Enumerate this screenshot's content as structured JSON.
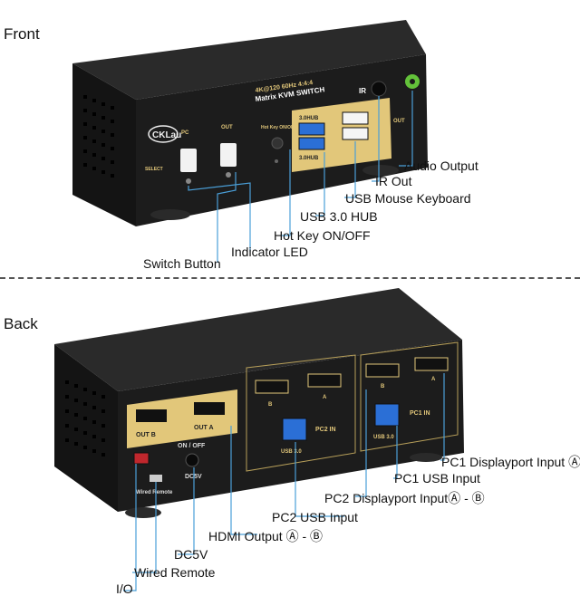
{
  "sections": {
    "front": "Front",
    "back": "Back"
  },
  "front_labels": {
    "audio_output": "Audio Output",
    "ir_out": "IR Out",
    "usb_mouse_keyboard": "USB Mouse Keyboard",
    "usb_hub": "USB 3.0 HUB",
    "hotkey": "Hot Key ON/OFF",
    "indicator_led": "Indicator LED",
    "switch_button": "Switch Button"
  },
  "back_labels": {
    "pc1_displayport": "PC1 Displayport Input",
    "pc1_usb": "PC1 USB Input",
    "pc2_displayport": "PC2 Displayport Input",
    "pc2_usb": "PC2 USB Input",
    "hdmi_output": "HDMI Output",
    "dc5v": "DC5V",
    "wired_remote": "Wired Remote",
    "io": "I/O"
  },
  "device_print": {
    "brand": "CKLau",
    "model_line1": "4K@120 60Hz 4:4:4",
    "model_line2": "Matrix KVM SWITCH",
    "pc_label": "PC",
    "out_label": "OUT",
    "select_label": "SELECT",
    "hotkey_label": "Hot Key ON/OFF",
    "usb_hub_label": "3.0HUB",
    "ir_label": "IR",
    "out_b": "OUT B",
    "out_a": "OUT A",
    "onoff": "ON / OFF",
    "dc5v": "DC5V",
    "wired_remote": "Wired Remote",
    "usb30": "USB 3.0",
    "pc2_in": "PC2 IN",
    "pc1_in": "PC1 IN",
    "port_a": "A",
    "port_b": "B"
  },
  "colors": {
    "chassis": "#1b1b1b",
    "gold_panel": "#e2c77a",
    "usb_blue": "#2b6fd6",
    "audio_green": "#63c23a",
    "leader_line": "#4a9fd8"
  }
}
